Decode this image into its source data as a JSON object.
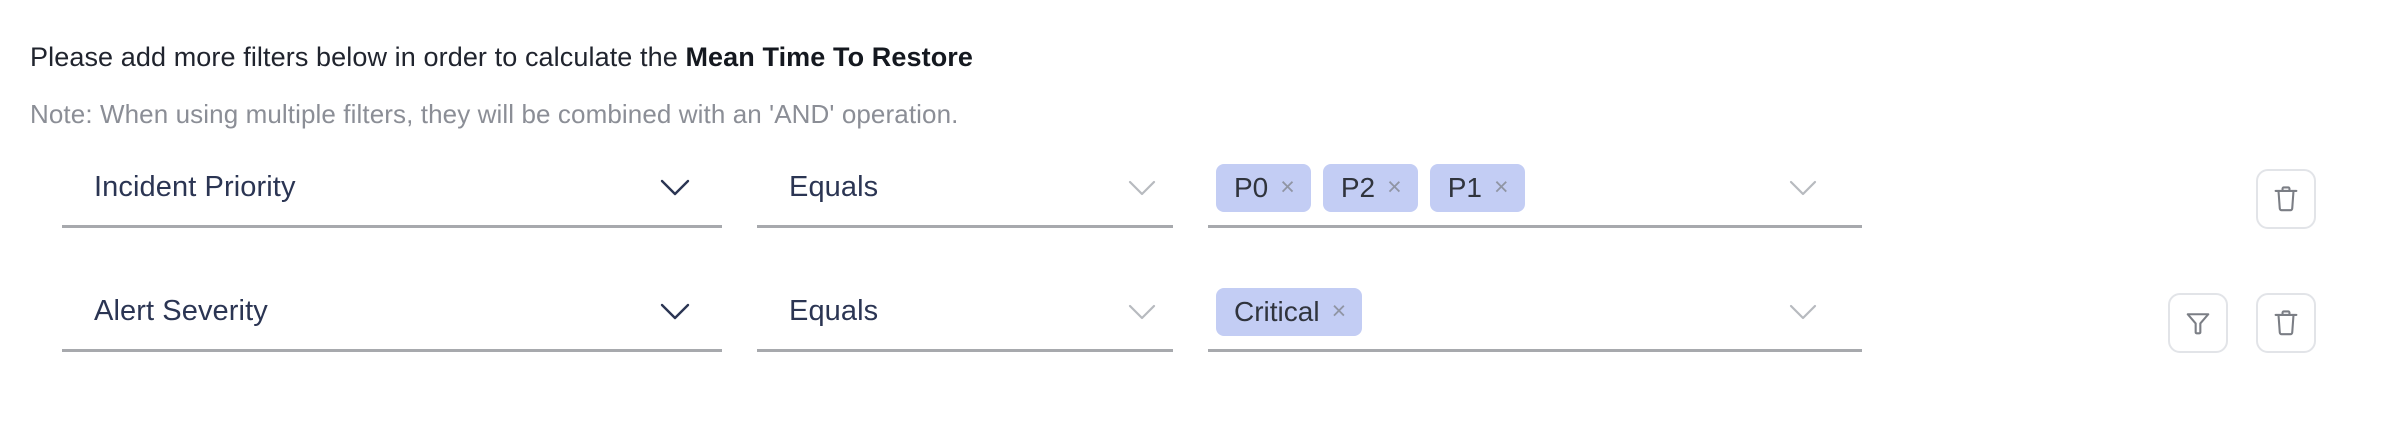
{
  "header": {
    "intro_prefix": "Please add more filters below in order to calculate the ",
    "intro_metric": "Mean Time To Restore",
    "note": "Note: When using multiple filters, they will be combined with an 'AND' operation."
  },
  "colors": {
    "tag_background": "#c3cdf4",
    "field_text": "#2b3553",
    "underline": "#a7a9ad",
    "note_text": "#8b8e96",
    "icon_stroke": "#7b7e85",
    "icon_border": "#e2e4e8"
  },
  "filters": [
    {
      "attribute": "Incident Priority",
      "attribute_icon": "chevron-down-icon",
      "operator": "Equals",
      "operator_icon": "chevron-down-icon",
      "values_icon": "chevron-down-icon",
      "values": [
        {
          "label": "P0",
          "remove_icon": "close-icon",
          "remove_glyph": "×"
        },
        {
          "label": "P2",
          "remove_icon": "close-icon",
          "remove_glyph": "×"
        },
        {
          "label": "P1",
          "remove_icon": "close-icon",
          "remove_glyph": "×"
        }
      ],
      "actions": [
        {
          "name": "delete-filter-button",
          "icon": "trash-icon"
        }
      ]
    },
    {
      "attribute": "Alert Severity",
      "attribute_icon": "chevron-down-icon",
      "operator": "Equals",
      "operator_icon": "chevron-down-icon",
      "values_icon": "chevron-down-icon",
      "values": [
        {
          "label": "Critical",
          "remove_icon": "close-icon",
          "remove_glyph": "×"
        }
      ],
      "actions": [
        {
          "name": "add-filter-button",
          "icon": "funnel-icon"
        },
        {
          "name": "delete-filter-button",
          "icon": "trash-icon"
        }
      ]
    }
  ]
}
